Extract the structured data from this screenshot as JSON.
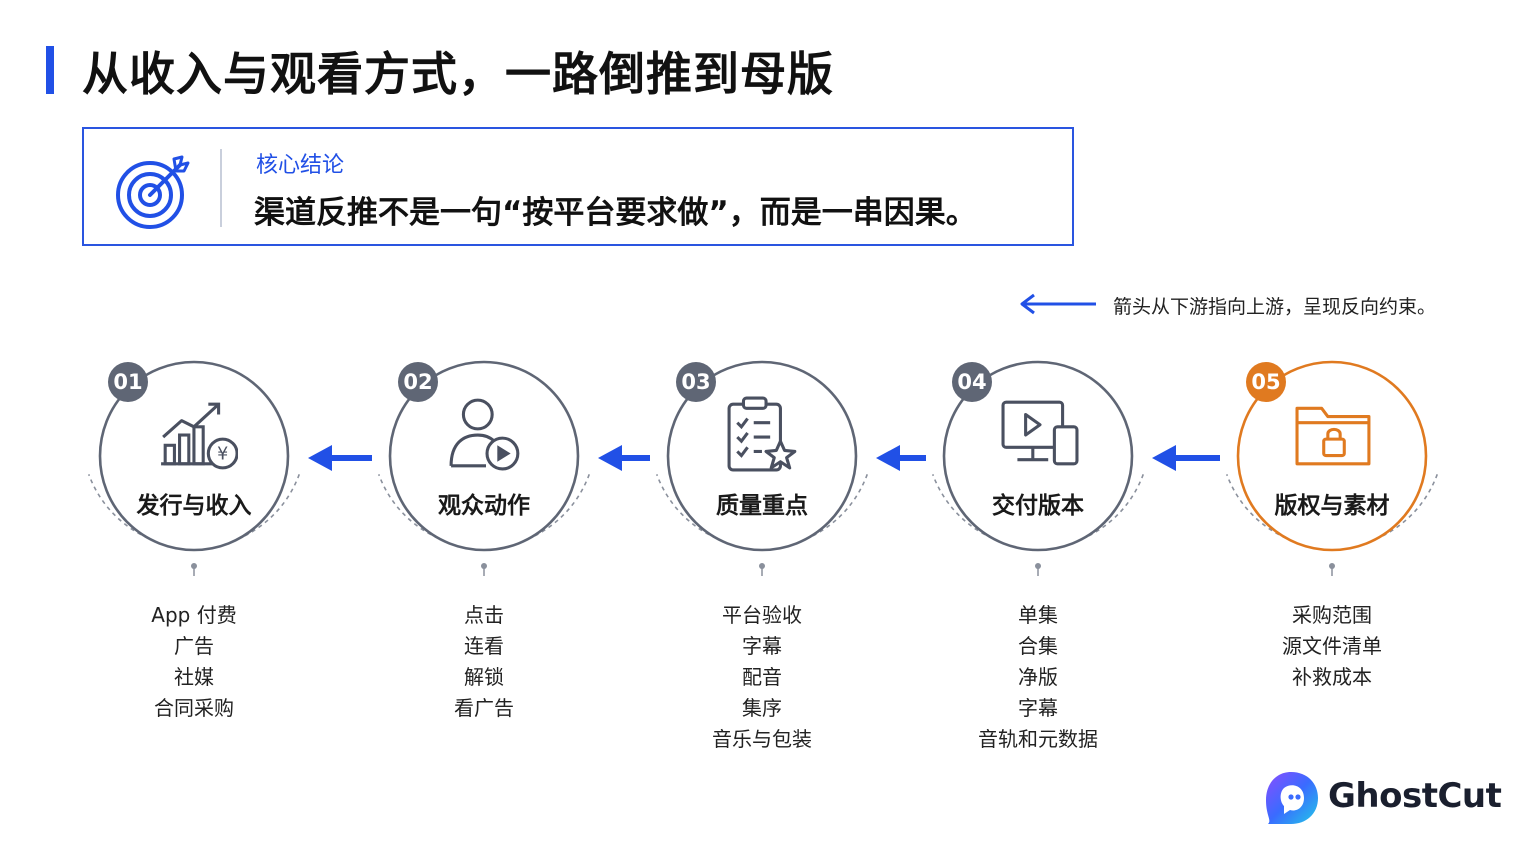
{
  "title": "从收入与观看方式，一路倒推到母版",
  "callout": {
    "label": "核心结论",
    "text": "渠道反推不是一句“按平台要求做”，而是一串因果。"
  },
  "legend": {
    "text": "箭头从下游指向上游，呈现反向约束。"
  },
  "colors": {
    "accent": "#2150e6",
    "step_gray": "#5f6675",
    "step_highlight": "#e07a20"
  },
  "steps": [
    {
      "number": "01",
      "name": "发行与收入",
      "icon": "revenue-chart-icon",
      "items": [
        "App 付费",
        "广告",
        "社媒",
        "合同采购"
      ]
    },
    {
      "number": "02",
      "name": "观众动作",
      "icon": "viewer-play-icon",
      "items": [
        "点击",
        "连看",
        "解锁",
        "看广告"
      ]
    },
    {
      "number": "03",
      "name": "质量重点",
      "icon": "checklist-star-icon",
      "items": [
        "平台验收",
        "字幕",
        "配音",
        "集序",
        "音乐与包装"
      ]
    },
    {
      "number": "04",
      "name": "交付版本",
      "icon": "devices-play-icon",
      "items": [
        "单集",
        "合集",
        "净版",
        "字幕",
        "音轨和元数据"
      ]
    },
    {
      "number": "05",
      "name": "版权与素材",
      "icon": "locked-folder-icon",
      "items": [
        "采购范围",
        "源文件清单",
        "补救成本"
      ]
    }
  ],
  "brand": {
    "name": "GhostCut"
  }
}
